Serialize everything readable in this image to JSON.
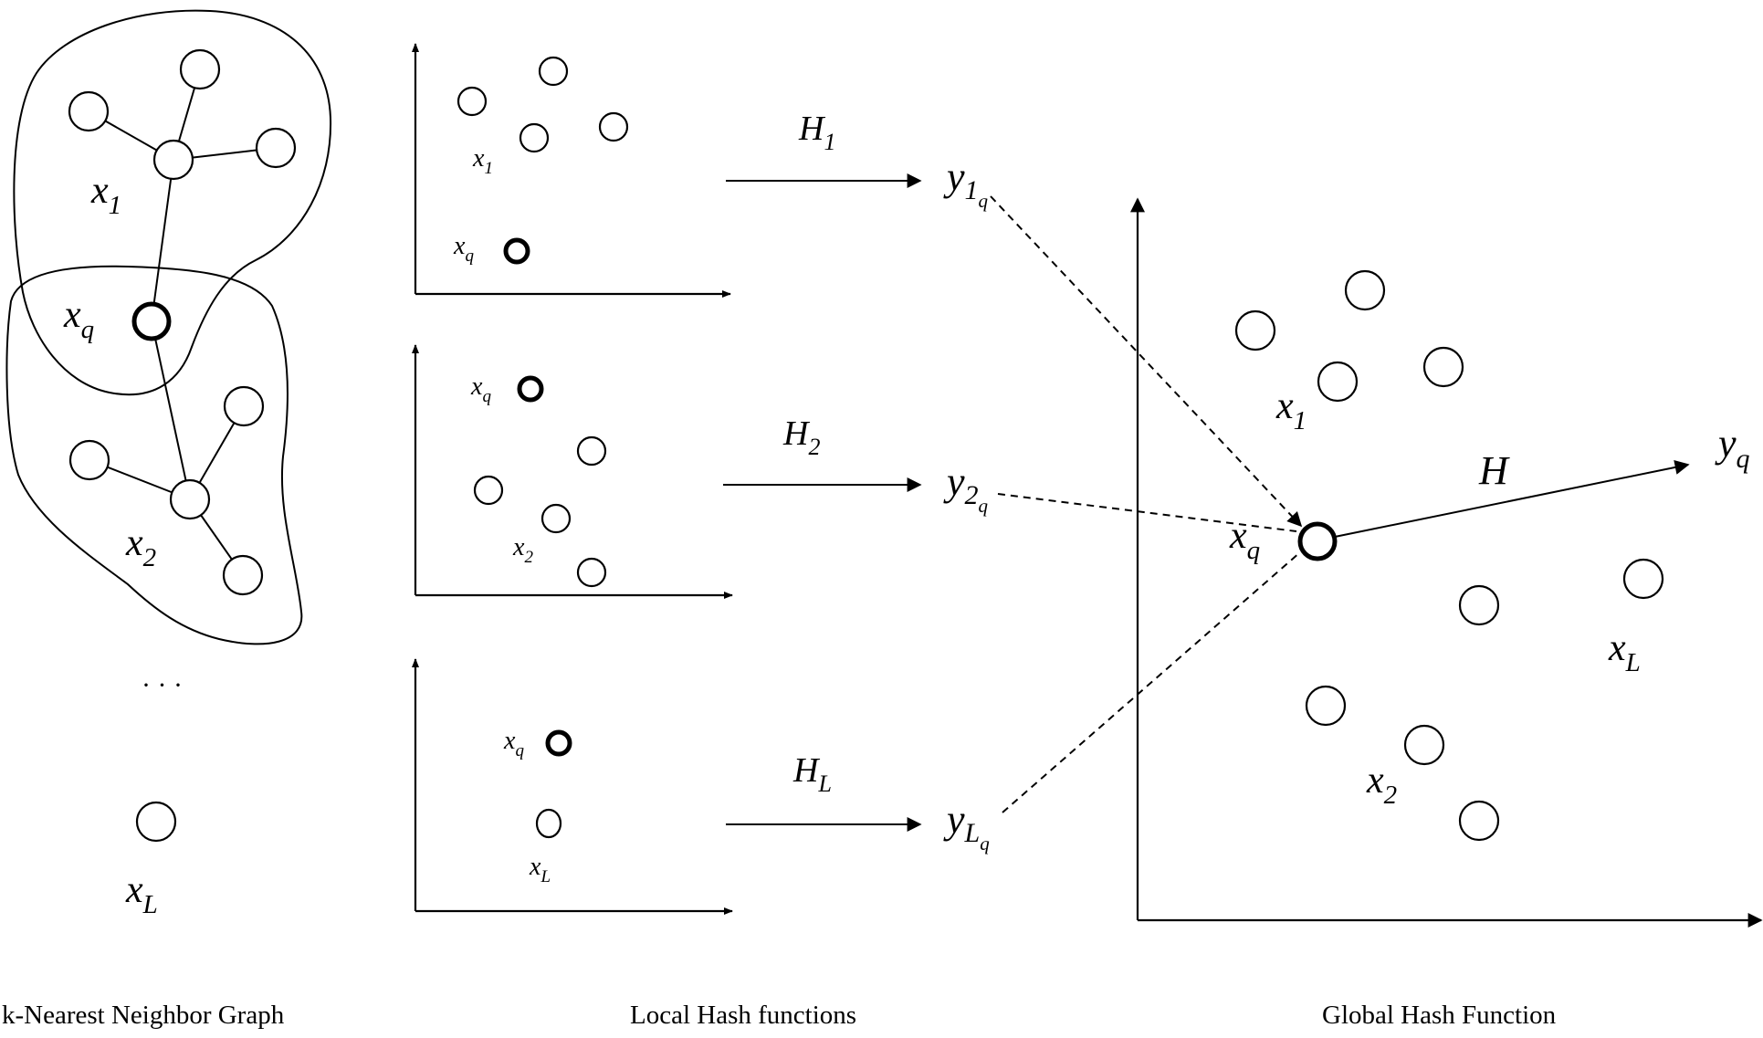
{
  "captions": {
    "knn": "k-Nearest Neighbor Graph",
    "local": "Local Hash functions",
    "global": "Global Hash Function"
  },
  "knn_graph": {
    "cluster_1_label": {
      "base": "x",
      "sub": "1"
    },
    "query_label": {
      "base": "x",
      "sub": "q"
    },
    "cluster_2_label": {
      "base": "x",
      "sub": "2"
    },
    "ellipsis": "· · ·",
    "cluster_L_label": {
      "base": "x",
      "sub": "L"
    }
  },
  "local_hash": {
    "panels": [
      {
        "point_label": {
          "base": "x",
          "sub": "1"
        },
        "query_label": {
          "base": "x",
          "sub": "q"
        }
      },
      {
        "point_label": {
          "base": "x",
          "sub": "2"
        },
        "query_label": {
          "base": "x",
          "sub": "q"
        }
      },
      {
        "point_label": {
          "base": "x",
          "sub": "L"
        },
        "query_label": {
          "base": "x",
          "sub": "q"
        }
      }
    ],
    "functions": [
      {
        "base": "H",
        "sub": "1"
      },
      {
        "base": "H",
        "sub": "2"
      },
      {
        "base": "H",
        "sub": "L"
      }
    ],
    "outputs": [
      {
        "base": "y",
        "sub": "1",
        "subsub": "q"
      },
      {
        "base": "y",
        "sub": "2",
        "subsub": "q"
      },
      {
        "base": "y",
        "sub": "L",
        "subsub": "q"
      }
    ]
  },
  "global_hash": {
    "cluster_1_label": {
      "base": "x",
      "sub": "1"
    },
    "query_label": {
      "base": "x",
      "sub": "q"
    },
    "cluster_2_label": {
      "base": "x",
      "sub": "2"
    },
    "cluster_L_label": {
      "base": "x",
      "sub": "L"
    },
    "function_label": "H",
    "output_label": {
      "base": "y",
      "sub": "q"
    }
  }
}
